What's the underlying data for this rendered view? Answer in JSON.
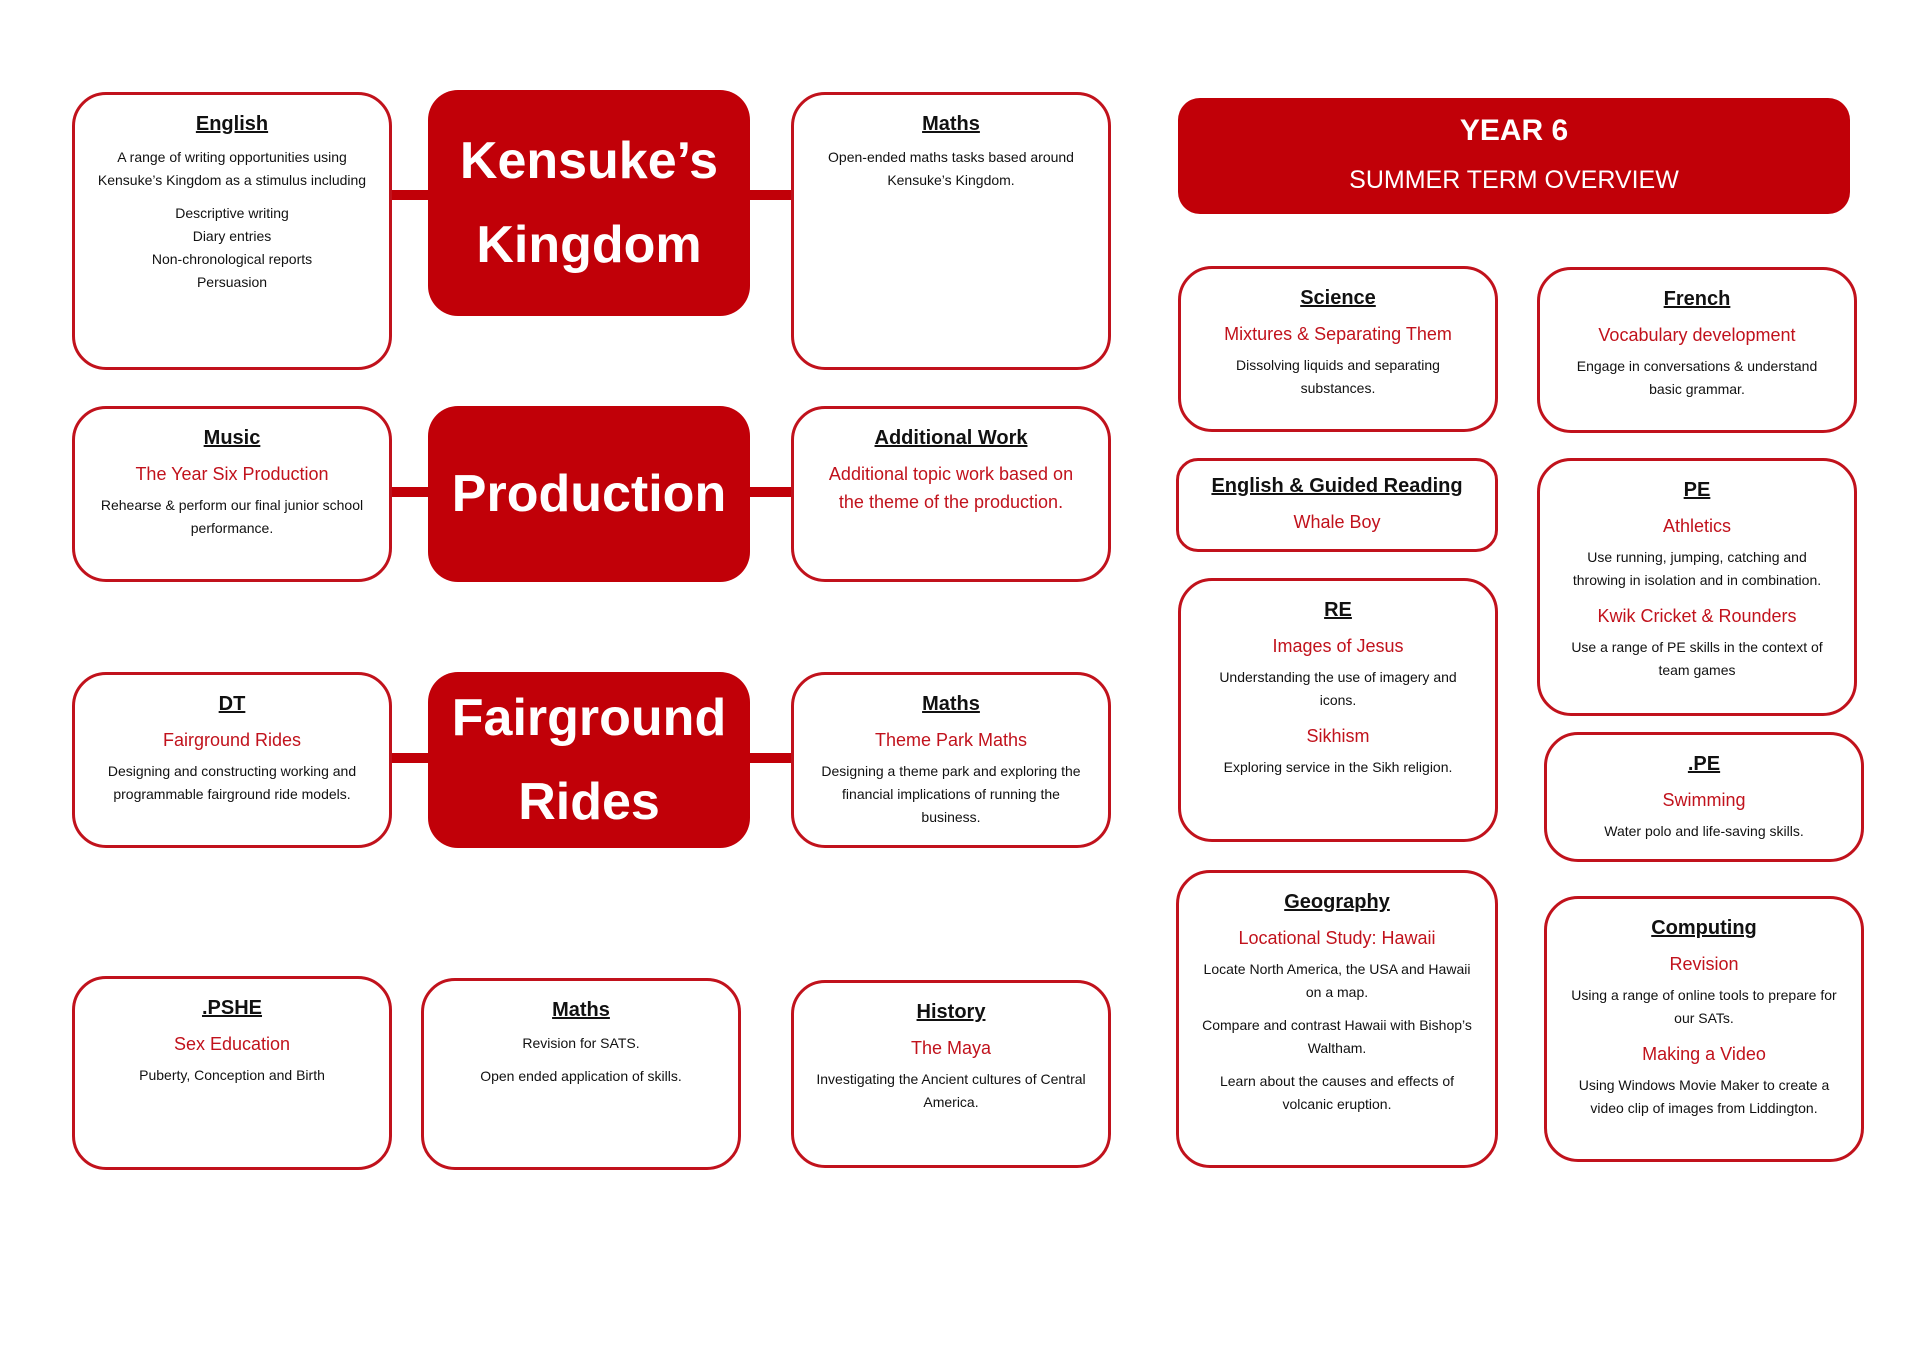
{
  "banner": {
    "year": "YEAR 6",
    "term": "SUMMER TERM OVERVIEW"
  },
  "topics": {
    "kensuke": [
      "Kensuke’s",
      "Kingdom"
    ],
    "production": "Production",
    "fairground": [
      "Fairground",
      "Rides"
    ]
  },
  "english": {
    "title": "English",
    "intro": "A range of writing opportunities using Kensuke’s Kingdom as a stimulus including",
    "items": [
      "Descriptive writing",
      "Diary entries",
      "Non-chronological reports",
      "Persuasion"
    ]
  },
  "maths_kensuke": {
    "title": "Maths",
    "text": "Open-ended maths tasks based around Kensuke’s Kingdom."
  },
  "music": {
    "title": "Music",
    "subtitle": "The Year Six Production",
    "text": "Rehearse & perform our final junior school performance."
  },
  "additional": {
    "title": "Additional Work",
    "subtitle": "Additional topic work based on the theme of the production."
  },
  "dt": {
    "title": "DT",
    "subtitle": "Fairground Rides",
    "text": "Designing and constructing working and programmable fairground ride models."
  },
  "maths_theme": {
    "title": "Maths",
    "subtitle": "Theme Park Maths",
    "text": "Designing a theme park and exploring the financial implications of running the business."
  },
  "pshe": {
    "title": ".PSHE",
    "subtitle": "Sex Education",
    "text": "Puberty, Conception and Birth"
  },
  "maths_sats": {
    "title": "Maths",
    "text1": "Revision for SATS.",
    "text2": "Open ended application of skills."
  },
  "history": {
    "title": "History",
    "subtitle": "The Maya",
    "text": "Investigating the Ancient cultures of Central America."
  },
  "science": {
    "title": "Science",
    "subtitle": "Mixtures & Separating Them",
    "text": "Dissolving liquids and separating substances."
  },
  "french": {
    "title": "French",
    "subtitle": "Vocabulary development",
    "text": "Engage in conversations & understand basic grammar."
  },
  "guided_reading": {
    "title": "English & Guided Reading",
    "subtitle": "Whale Boy"
  },
  "pe_athletics": {
    "title": "PE",
    "subtitle1": "Athletics",
    "text1": "Use running, jumping, catching and throwing in isolation and in combination.",
    "subtitle2": "Kwik Cricket & Rounders",
    "text2": "Use a range of PE skills in the context of team games"
  },
  "re": {
    "title": "RE",
    "subtitle1": "Images of Jesus",
    "text1": "Understanding the use of imagery and icons.",
    "subtitle2": "Sikhism",
    "text2": "Exploring service in the Sikh religion."
  },
  "pe_swimming": {
    "title": ".PE",
    "subtitle": "Swimming",
    "text": "Water polo and life-saving skills."
  },
  "geography": {
    "title": "Geography",
    "subtitle": "Locational Study: Hawaii",
    "text1": "Locate North America, the USA and Hawaii on a map.",
    "text2": "Compare and contrast Hawaii with Bishop’s Waltham.",
    "text3": "Learn about the causes and effects of volcanic eruption."
  },
  "computing": {
    "title": "Computing",
    "subtitle1": "Revision",
    "text1": "Using a range of online tools to prepare for our SATs.",
    "subtitle2": "Making a Video",
    "text2": "Using Windows Movie Maker to create a video clip of images from Liddington."
  }
}
